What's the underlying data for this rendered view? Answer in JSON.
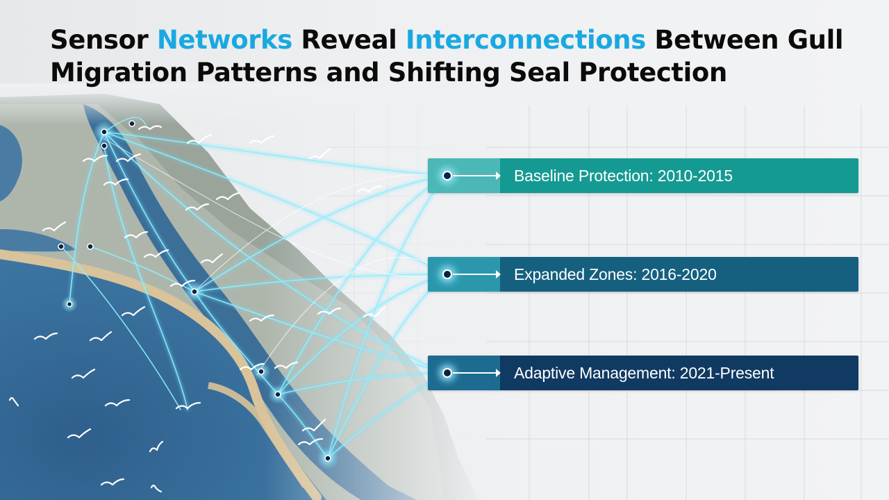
{
  "header": {
    "title_part1": "Sensor ",
    "title_accent1": "Networks",
    "title_part2": " Reveal ",
    "title_accent2": "Interconnections",
    "title_part3": " Between Gull Migration Patterns and Shifting Seal Protection"
  },
  "timeline": {
    "phases": [
      {
        "label": "Baseline Protection: 2010-2015"
      },
      {
        "label": "Expanded Zones: 2016-2020"
      },
      {
        "label": "Adaptive Management: 2021-Present"
      }
    ]
  },
  "colors": {
    "title": "#0b0b0b",
    "accent": "#19a9e0",
    "phase_1": "#149a93",
    "phase_2": "#15607f",
    "phase_3": "#103a62",
    "connection_lines": "#6fe3ff",
    "ocean": "#2f5f8c",
    "sand": "#d9c39a"
  },
  "icons": [
    "sensor-node-icon",
    "arrow-right-icon",
    "gull-icon"
  ]
}
